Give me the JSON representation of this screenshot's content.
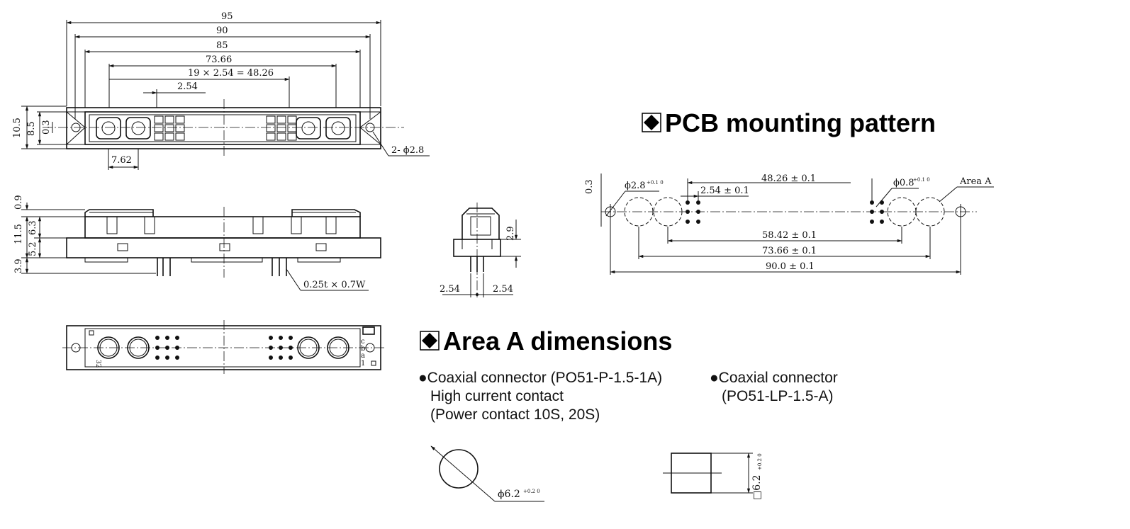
{
  "top_view": {
    "dims": {
      "d95": "95",
      "d90": "90",
      "d85": "85",
      "d73": "73.66",
      "d48": "19 × 2.54 = 48.26",
      "d254": "2.54",
      "d105": "10.5",
      "d85v": "8.5",
      "d03": "0.3",
      "d762": "7.62",
      "hole": "2- ϕ2.8"
    }
  },
  "side_view": {
    "dims": {
      "d09": "0.9",
      "d115": "11.5",
      "d63": "6.3",
      "d52": "5.2",
      "d39": "3.9",
      "pin_size": "0.25t × 0.7W"
    }
  },
  "end_view": {
    "dims": {
      "d29": "2.9",
      "pitch_l": "2.54",
      "pitch_r": "2.54"
    }
  },
  "bottom_view": {
    "labels": {
      "n32": "32",
      "c": "c",
      "b": "b",
      "a": "a",
      "n1": "1"
    }
  },
  "pcb": {
    "title": "PCB mounting pattern",
    "dims": {
      "d03": "0.3",
      "hole28": "ϕ2.8",
      "tol28": "+0.1 0",
      "d4826": "48.26 ± 0.1",
      "d254": "2.54 ± 0.1",
      "hole08": "ϕ0.8",
      "tol08": "+0.1 0",
      "area_a": "Area A",
      "d5842": "58.42 ± 0.1",
      "d7366": "73.66 ± 0.1",
      "d90": "90.0 ± 0.1"
    }
  },
  "area_a": {
    "title": "Area A dimensions",
    "left": {
      "line1": "●Coaxial connector (PO51-P-1.5-1A)",
      "line2": "High current contact",
      "line3": "(Power contact 10S, 20S)",
      "dim": "ϕ6.2",
      "tol": "+0.2 0"
    },
    "right": {
      "line1": "●Coaxial connector",
      "line2": "(PO51-LP-1.5-A)",
      "dim": "□6.2",
      "tol": "+0.2 0"
    }
  }
}
